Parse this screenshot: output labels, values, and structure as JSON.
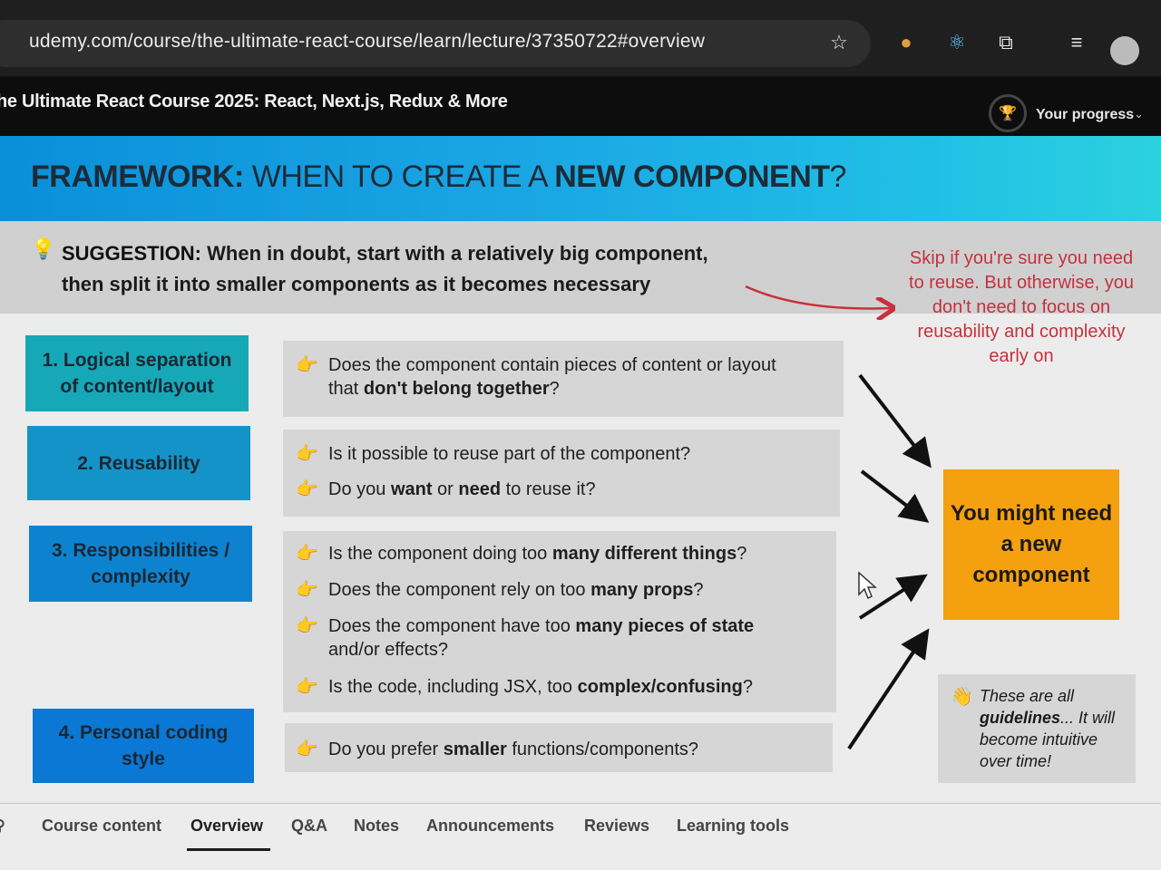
{
  "browser": {
    "url": "udemy.com/course/the-ultimate-react-course/learn/lecture/37350722#overview",
    "icons": [
      "star-icon",
      "extension-fox-icon",
      "react-devtools-icon",
      "puzzle-icon",
      "reading-list-icon",
      "profile-avatar"
    ]
  },
  "course": {
    "title": "he Ultimate React Course 2025: React, Next.js, Redux & More",
    "progress_label": "Your progress"
  },
  "slide": {
    "title_bold1": "FRAMEWORK:",
    "title_mid": " WHEN TO CREATE A ",
    "title_bold2": "NEW COMPONENT",
    "title_end": "?",
    "suggestion_label": "SUGGESTION:",
    "suggestion_line1": " When in doubt, start with a relatively big component,",
    "suggestion_line2": "then split it into smaller components as it becomes necessary",
    "red_note": "Skip if you're sure you need to reuse. But otherwise, you don't need to focus on reusability and complexity early on",
    "criteria": [
      {
        "label": "1. Logical separation of content/layout"
      },
      {
        "label": "2. Reusability"
      },
      {
        "label": "3. Responsibilities / complexity"
      },
      {
        "label": "4. Personal coding style"
      }
    ],
    "q1a_pre": "Does the component contain pieces of content or layout",
    "q1a_line2_pre": "that ",
    "q1a_bold": "don't belong together",
    "q1a_end": "?",
    "q2a": "Is it possible to reuse part of the component?",
    "q2b_pre": "Do you ",
    "q2b_b1": "want",
    "q2b_mid": " or ",
    "q2b_b2": "need",
    "q2b_end": " to reuse it?",
    "q3a_pre": "Is the component doing too ",
    "q3a_bold": "many different things",
    "q3a_end": "?",
    "q3b_pre": "Does the component rely on too ",
    "q3b_bold": "many props",
    "q3b_end": "?",
    "q3c_pre": "Does the component have too ",
    "q3c_bold": "many pieces of state",
    "q3c_line2": "and/or effects?",
    "q3d_pre": "Is the code, including JSX, too ",
    "q3d_bold": "complex/confusing",
    "q3d_end": "?",
    "q4a_pre": "Do you prefer ",
    "q4a_bold": "smaller",
    "q4a_end": " functions/components?",
    "result": "You might need a new component",
    "guideline_pre": "These are all ",
    "guideline_bold": "guidelines",
    "guideline_end": "... It will become intuitive over time!"
  },
  "tabs": [
    {
      "label": "Course content"
    },
    {
      "label": "Overview",
      "active": true
    },
    {
      "label": "Q&A"
    },
    {
      "label": "Notes"
    },
    {
      "label": "Announcements"
    },
    {
      "label": "Reviews"
    },
    {
      "label": "Learning tools"
    }
  ],
  "colors": {
    "teal": "#17a8b8",
    "teal_blue": "#1493c8",
    "blue": "#0a78d4",
    "orange": "#f5a00f",
    "red_note": "#c8303c"
  }
}
